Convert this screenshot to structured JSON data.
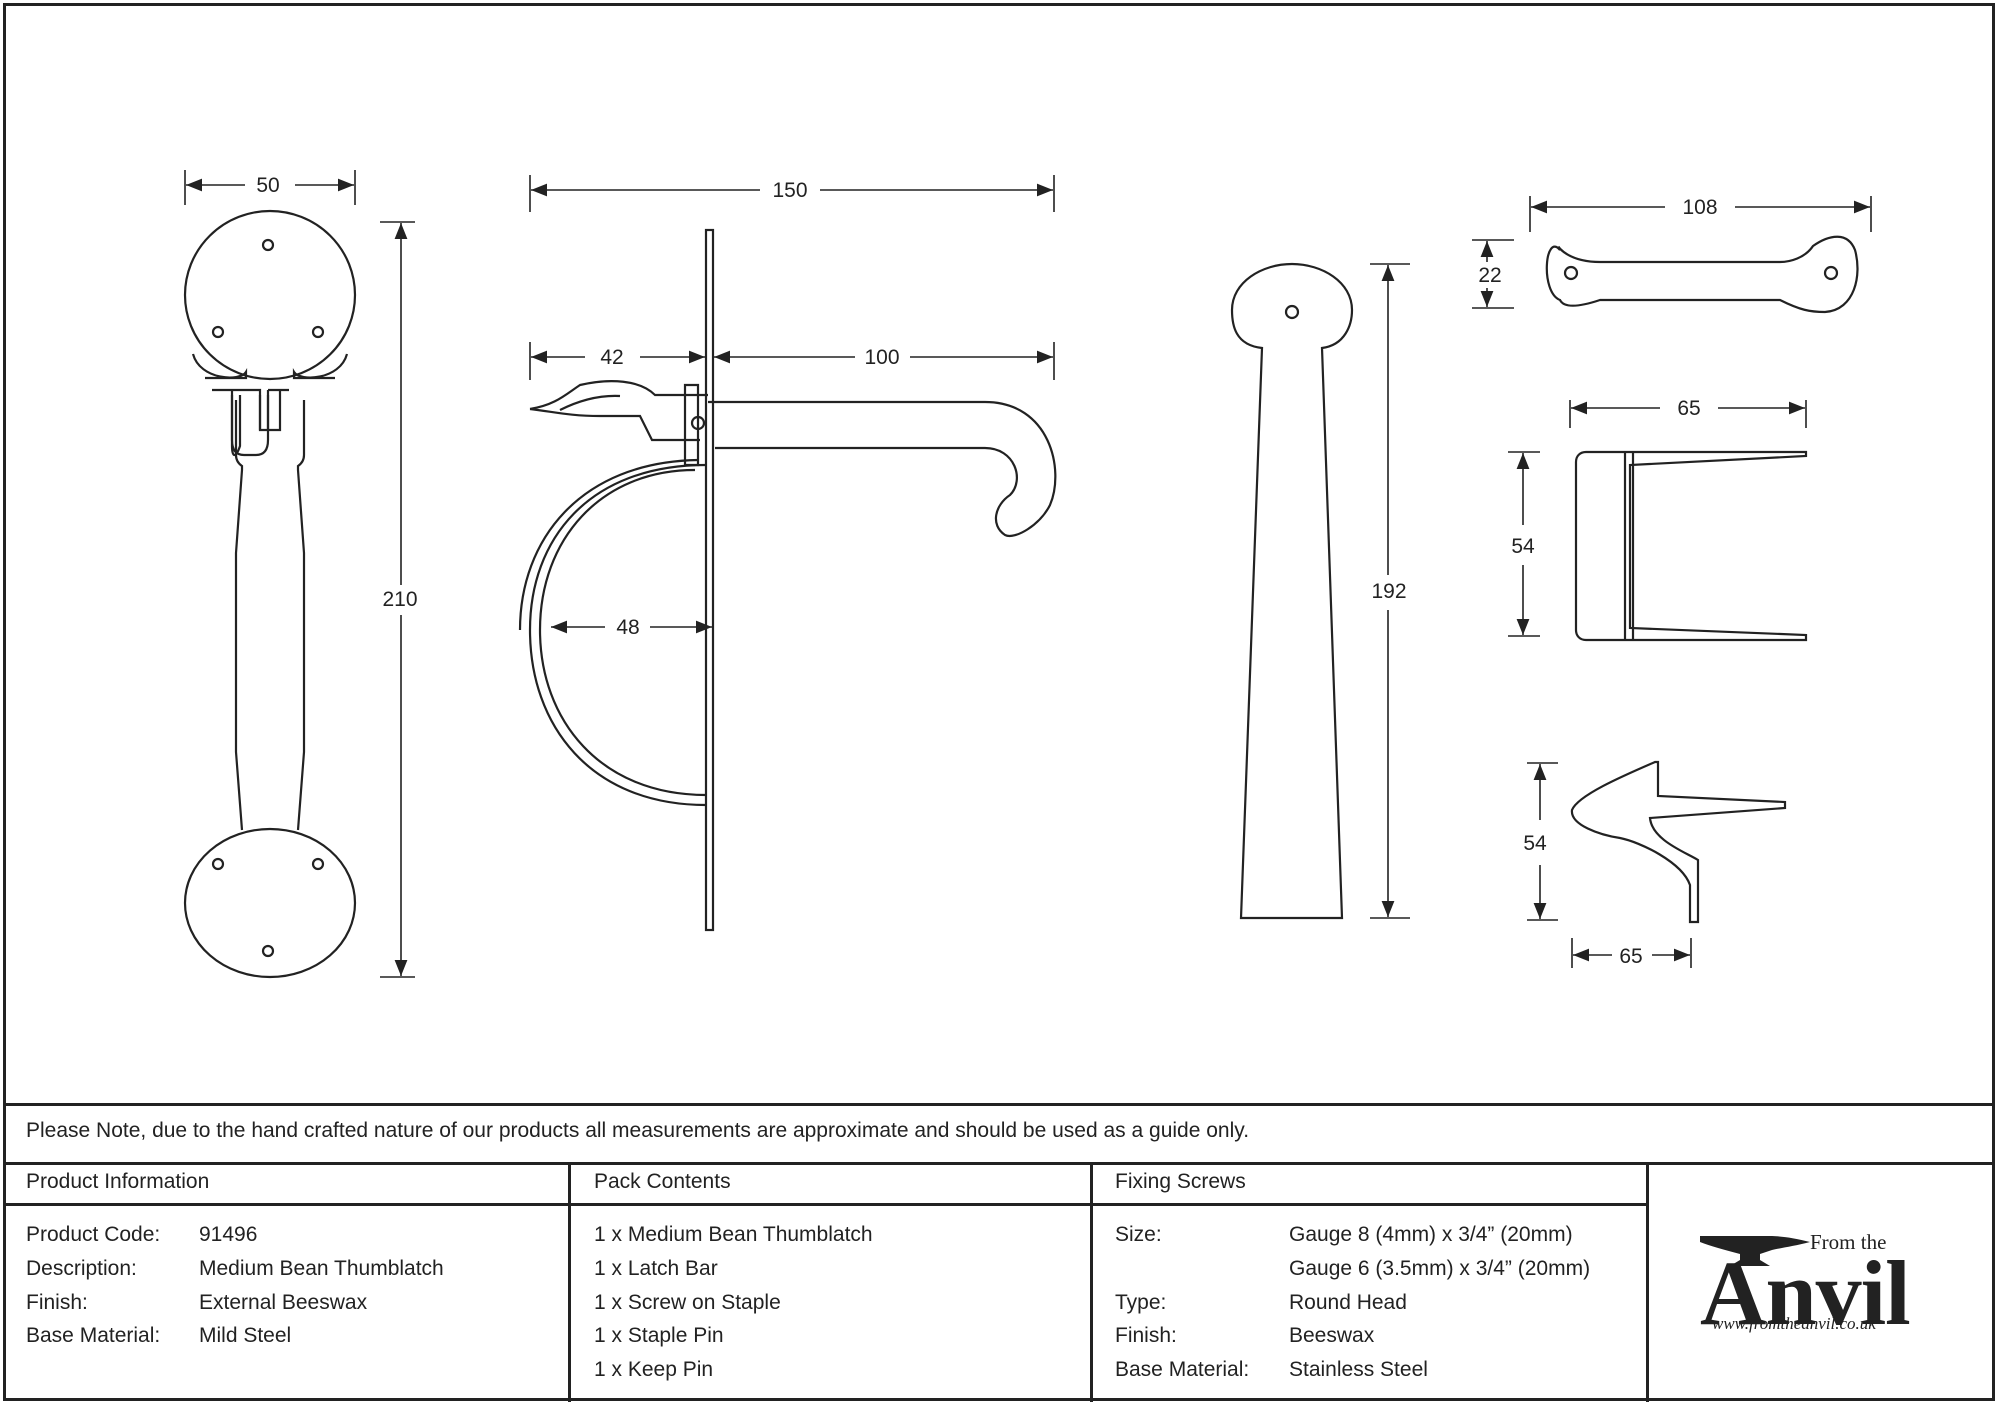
{
  "dimensions": {
    "handle_width": "50",
    "handle_height": "210",
    "latch_overall": "150",
    "latch_left": "42",
    "latch_right": "100",
    "latch_inner": "48",
    "bar_height": "192",
    "staple_width": "108",
    "staple_height": "22",
    "keep_width": "65",
    "keep_height": "54",
    "pin_height": "54",
    "pin_width": "65"
  },
  "note": "Please Note, due to the hand crafted nature of our products all measurements are approximate and should be used as a guide only.",
  "product_info": {
    "heading": "Product Information",
    "rows": [
      {
        "label": "Product Code:",
        "value": "91496"
      },
      {
        "label": "Description:",
        "value": "Medium Bean Thumblatch"
      },
      {
        "label": "Finish:",
        "value": "External Beeswax"
      },
      {
        "label": "Base Material:",
        "value": "Mild Steel"
      }
    ]
  },
  "pack_contents": {
    "heading": "Pack Contents",
    "items": [
      "1 x Medium Bean Thumblatch",
      "1 x Latch Bar",
      "1 x Screw on Staple",
      "1 x Staple Pin",
      "1 x Keep Pin"
    ]
  },
  "fixing_screws": {
    "heading": "Fixing Screws",
    "size_label": "Size:",
    "size_values": [
      "Gauge 8 (4mm) x 3/4” (20mm)",
      "Gauge 6 (3.5mm) x 3/4” (20mm)"
    ],
    "rows": [
      {
        "label": "Type:",
        "value": "Round Head"
      },
      {
        "label": "Finish:",
        "value": "Beeswax"
      },
      {
        "label": "Base Material:",
        "value": "Stainless Steel"
      }
    ]
  },
  "logo": {
    "small": "From the",
    "big": "Anvil",
    "url": "www.fromtheanvil.co.uk"
  }
}
